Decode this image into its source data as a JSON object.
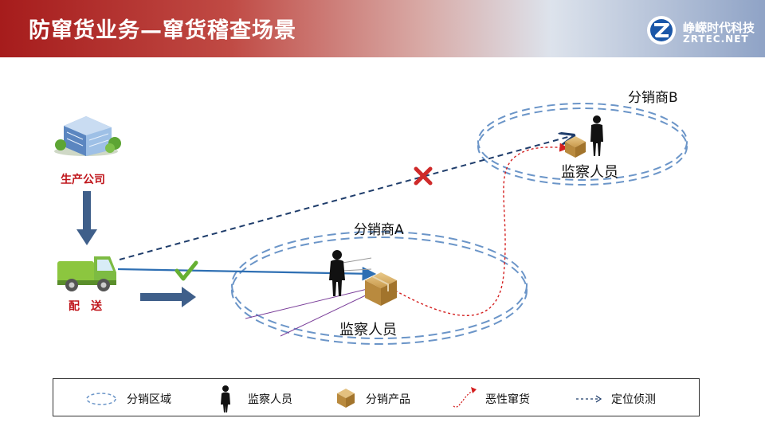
{
  "header": {
    "title": "防窜货业务—窜货稽查场景",
    "logo_name": "峥嵘时代科技",
    "logo_sub": "ZRTEC.NET"
  },
  "diagram": {
    "factory_label": "生产公司",
    "truck_label": "配　送",
    "zone_a_label": "分销商A",
    "zone_b_label": "分销商B",
    "monitor_a_label": "监察人员",
    "monitor_b_label": "监察人员"
  },
  "legend": {
    "zone": "分销区域",
    "monitor": "监察人员",
    "product": "分销产品",
    "cross_selling": "恶性窜货",
    "locating": "定位侦测"
  },
  "colors": {
    "header_red": "#a61c1c",
    "zone_dash": "#6b95c8",
    "arrow_blue": "#2e6fb3",
    "dashed_navy": "#1f3d6b",
    "cross_red": "#cf2a2a",
    "check_green": "#66b032",
    "truck_green": "#7dbb42"
  }
}
